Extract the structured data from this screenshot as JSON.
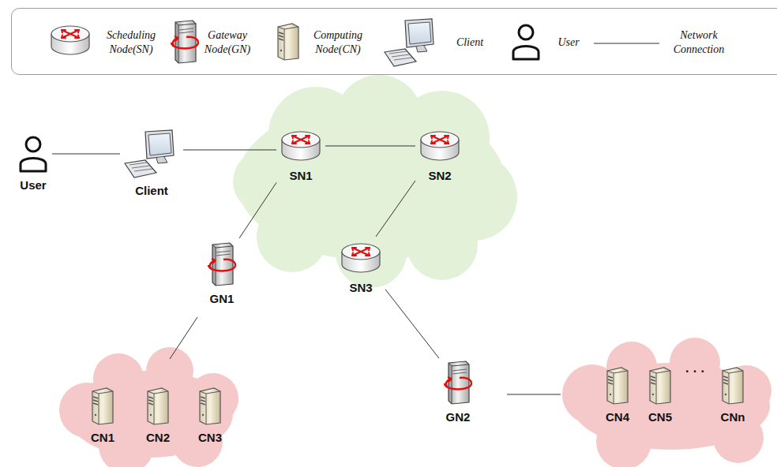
{
  "diagram": {
    "nodes": [
      {
        "text": [
          "User"
        ]
      },
      {
        "text": [
          "Client"
        ]
      },
      {
        "text": [
          "SN1"
        ]
      },
      {
        "text": [
          "SN2"
        ]
      },
      {
        "text": [
          "GN1"
        ]
      },
      {
        "text": [
          "SN3"
        ]
      },
      {
        "text": [
          "GN2"
        ]
      },
      {
        "text": [
          "CN1"
        ]
      },
      {
        "text": [
          "CN2"
        ]
      },
      {
        "text": [
          "CN3"
        ]
      },
      {
        "text": [
          "CN4"
        ]
      },
      {
        "text": [
          "CN5"
        ]
      },
      {
        "text": [
          "CNn"
        ]
      }
    ],
    "edges": [
      {
        "from": 0,
        "to": 1,
        "arrow": "none"
      },
      {
        "from": 1,
        "to": 2,
        "arrow": "none"
      },
      {
        "from": 2,
        "to": 3,
        "arrow": "none"
      },
      {
        "from": 2,
        "to": 4,
        "arrow": "none"
      },
      {
        "from": 3,
        "to": 5,
        "arrow": "none"
      },
      {
        "from": 5,
        "to": 6,
        "arrow": "none"
      }
    ],
    "labels": [
      "· · ·"
    ],
    "legend": [
      {
        "text": "Scheduling Node(SN)"
      },
      {
        "text": "Gateway Node(GN)"
      },
      {
        "text": "Computing Node(CN)"
      },
      {
        "text": "Client"
      },
      {
        "text": "User"
      },
      {
        "text": "Network Connection"
      }
    ]
  }
}
